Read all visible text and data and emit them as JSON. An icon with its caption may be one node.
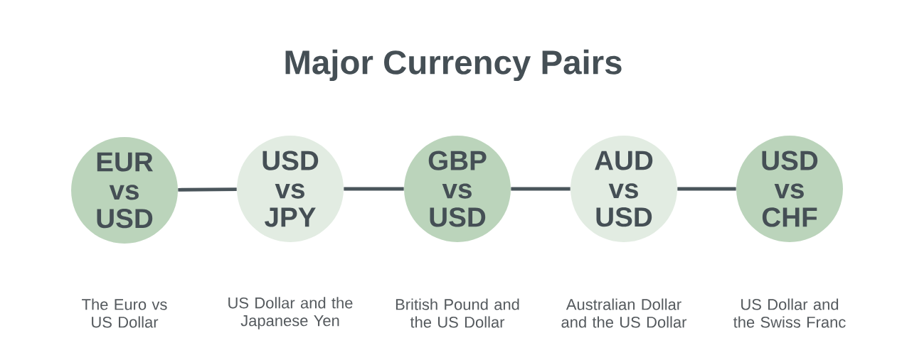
{
  "diagram": {
    "title": "Major Currency Pairs",
    "nodes": [
      {
        "text": [
          "EUR vs USD"
        ],
        "beside": [
          "The Euro vs US Dollar"
        ]
      },
      {
        "text": [
          "USD vs JPY"
        ],
        "beside": [
          "US Dollar and the Japanese Yen"
        ]
      },
      {
        "text": [
          "GBP vs USD"
        ],
        "beside": [
          "British Pound and the US Dollar"
        ]
      },
      {
        "text": [
          "AUD vs USD"
        ],
        "beside": [
          "Australian Dollar and the US Dollar"
        ]
      },
      {
        "text": [
          "USD vs CHF"
        ],
        "beside": [
          "US Dollar and the Swiss Franc"
        ]
      }
    ],
    "edges": [
      {
        "from": 0,
        "to": 1,
        "arrow": "none"
      },
      {
        "from": 1,
        "to": 2,
        "arrow": "none"
      },
      {
        "from": 2,
        "to": 3,
        "arrow": "none"
      },
      {
        "from": 3,
        "to": 4,
        "arrow": "none"
      }
    ]
  }
}
